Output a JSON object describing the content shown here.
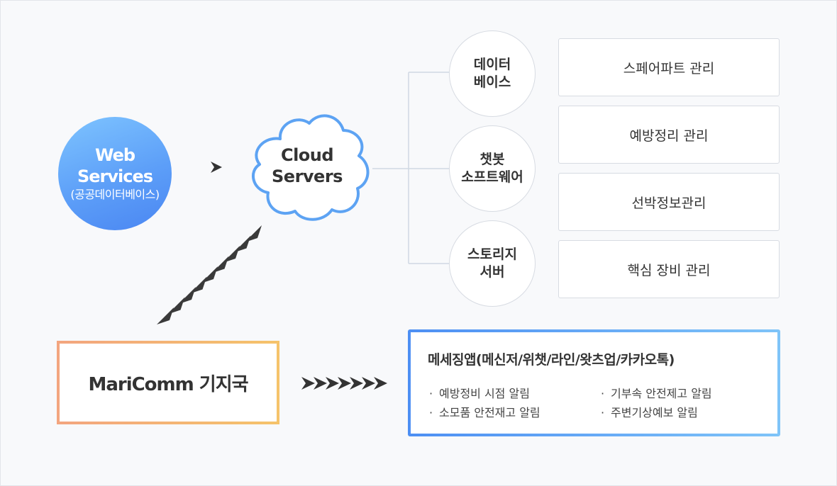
{
  "web_services": {
    "title": "Web Services",
    "subtitle": "(공공데이터베이스)"
  },
  "cloud": {
    "line1": "Cloud",
    "line2": "Servers"
  },
  "nodes": [
    {
      "line1": "데이터",
      "line2": "베이스"
    },
    {
      "line1": "챗봇",
      "line2": "소프트웨어"
    },
    {
      "line1": "스토리지",
      "line2": "서버"
    }
  ],
  "management": [
    "스페어파트 관리",
    "예방정리 관리",
    "선박정보관리",
    "핵심 장비 관리"
  ],
  "maricomm": {
    "label": "MariComm 기지국"
  },
  "messaging": {
    "title": "메세징앱(메신저/위챗/라인/왓츠업/카카오톡)",
    "items": [
      "예방정비 시점 알림",
      "기부속 안전제고 알림",
      "소모품 안전재고 알림",
      "주변기상예보 알림"
    ]
  },
  "colors": {
    "web_blue": "#5d9ff8",
    "cloud_stroke": "#5da3f3",
    "message_border": "#4d8ff3",
    "maricomm_border": "#f3a57f"
  }
}
